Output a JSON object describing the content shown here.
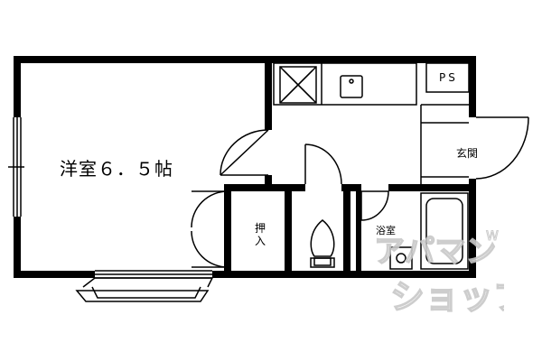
{
  "rooms": {
    "western_room": "洋室６．５帖",
    "pipe_space": "PS",
    "entrance": "玄関",
    "closet": "押入",
    "bathroom": "浴室"
  },
  "watermark": {
    "line1": "アパマン",
    "line2": "ショップ",
    "corner": "W",
    "color": "#c8c8c8"
  },
  "colors": {
    "wall": "#000000",
    "background": "#ffffff"
  }
}
